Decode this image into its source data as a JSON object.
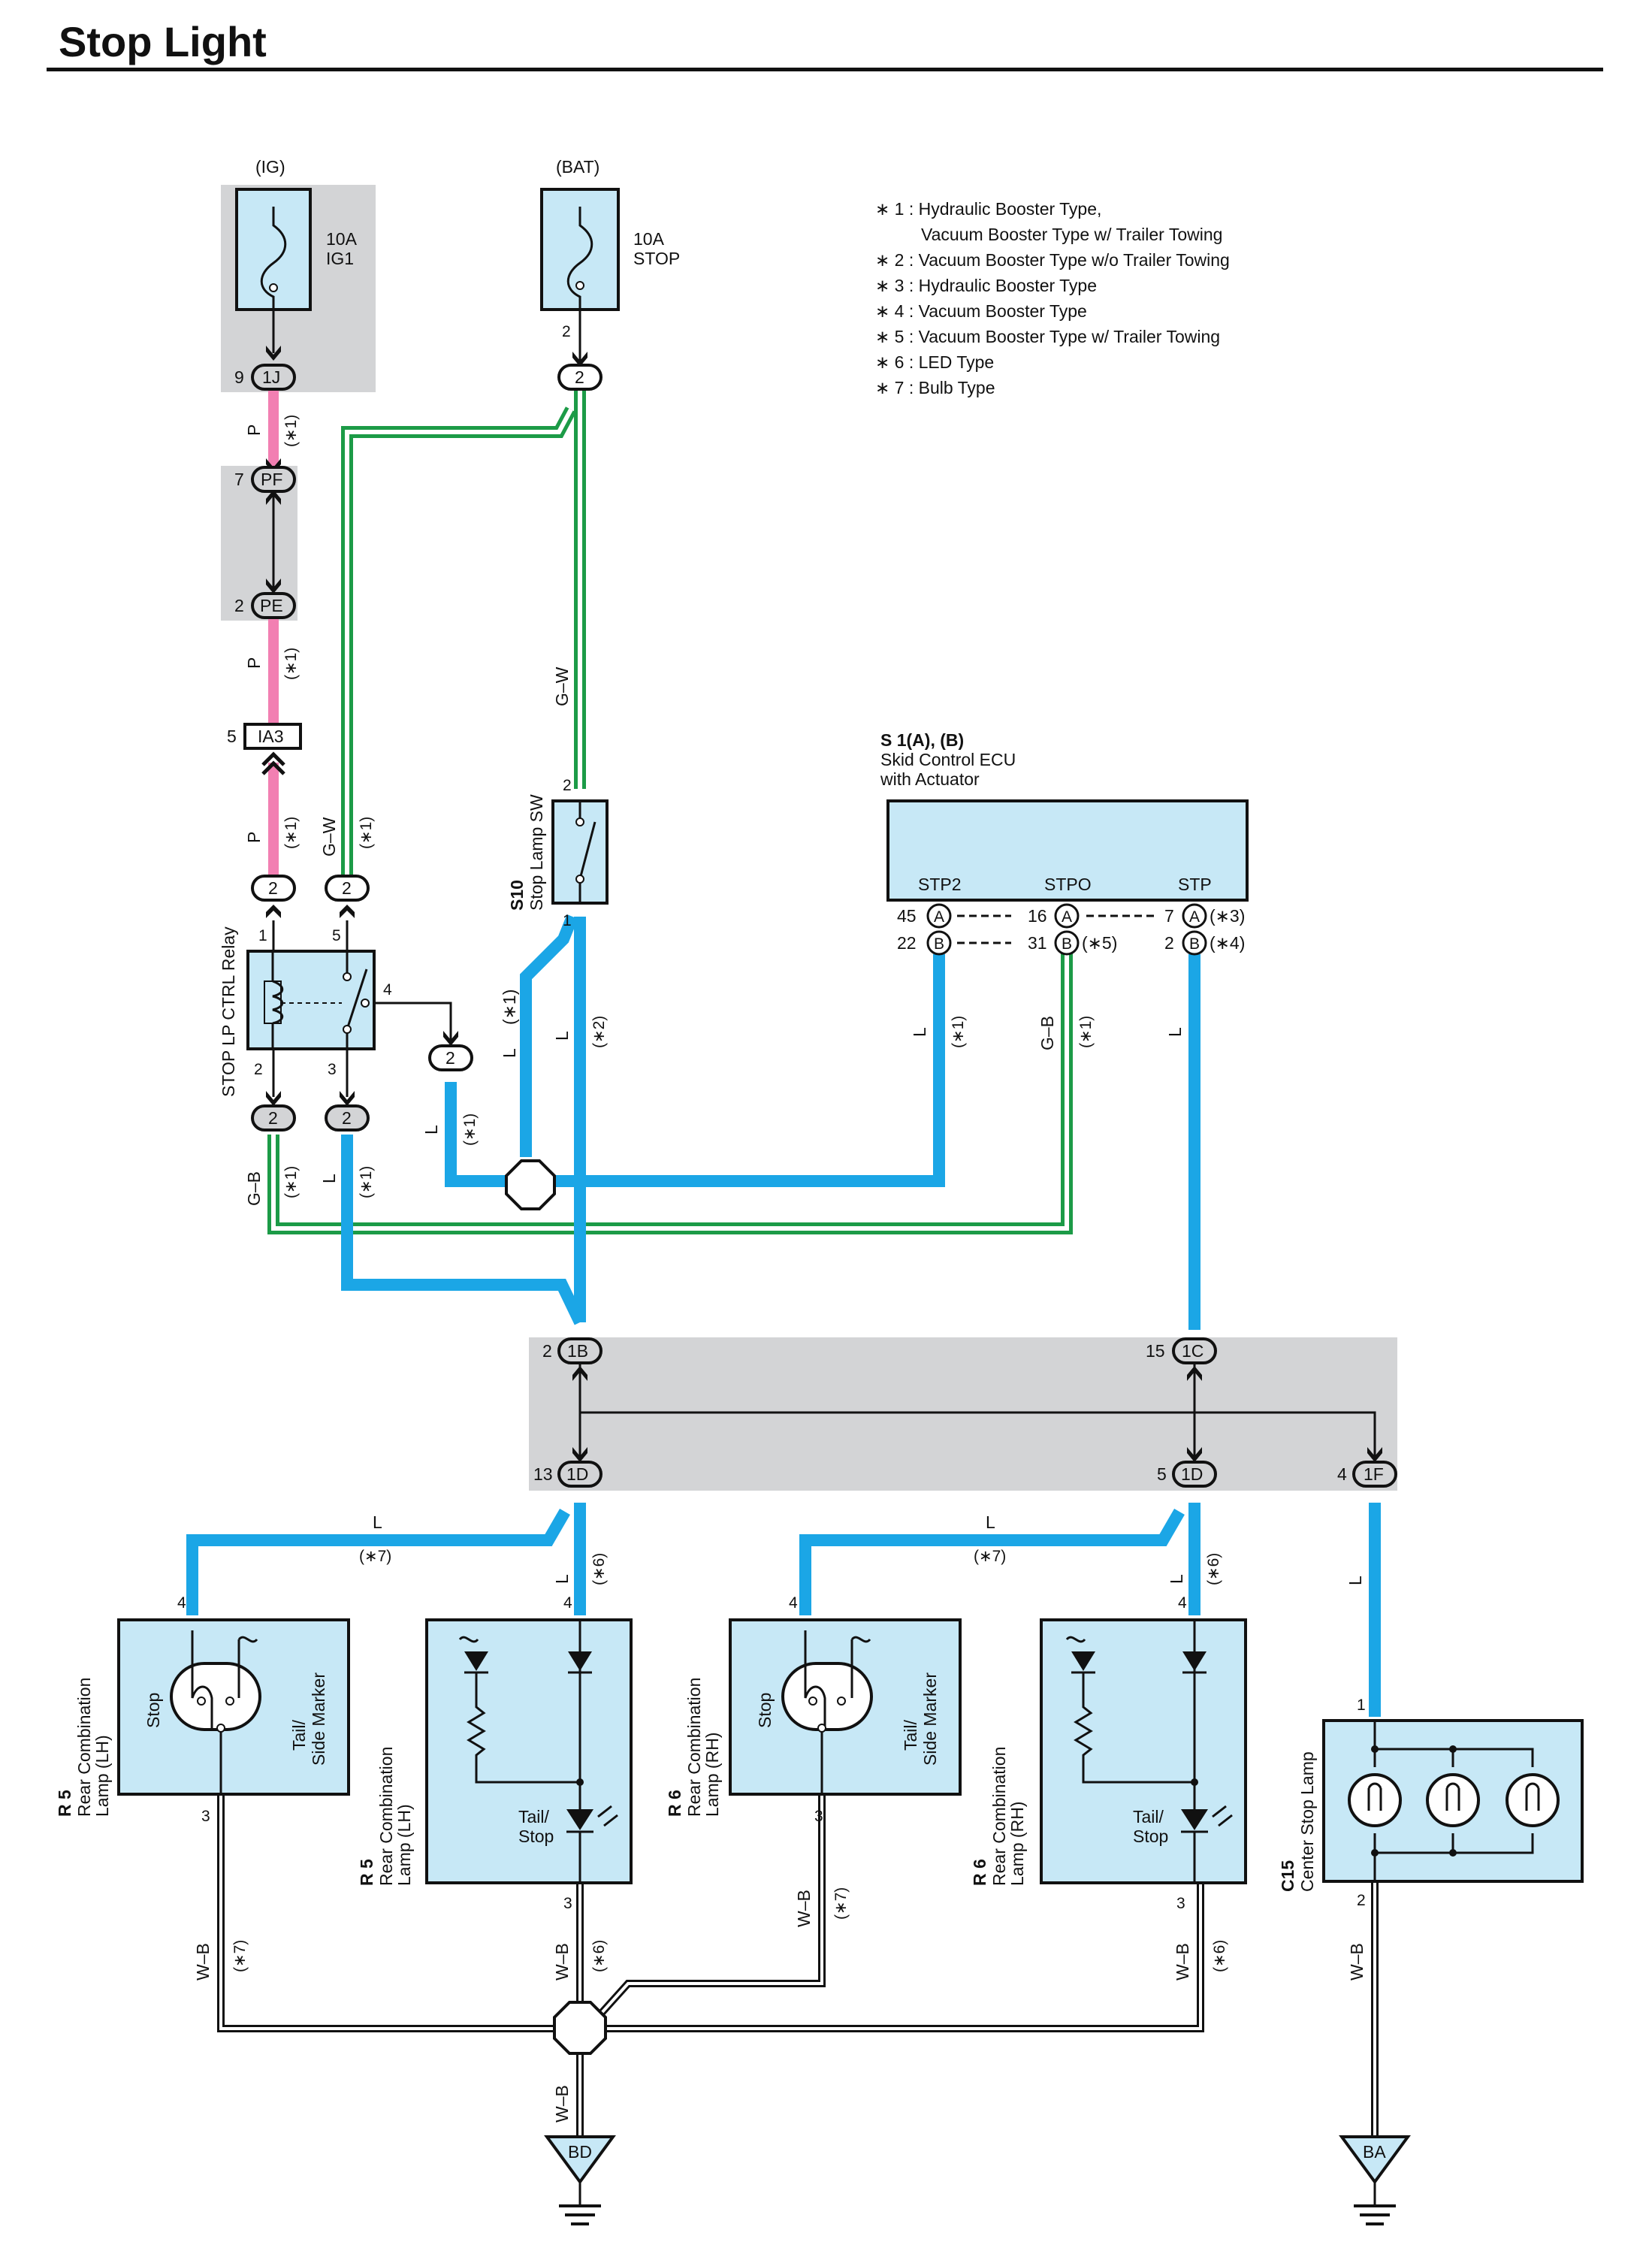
{
  "title": "Stop Light",
  "legend": [
    "∗ 1 : Hydraulic Booster Type,",
    "Vacuum Booster Type w/ Trailer Towing",
    "∗ 2 : Vacuum Booster Type w/o Trailer Towing",
    "∗ 3 : Hydraulic Booster Type",
    "∗ 4 : Vacuum Booster Type",
    "∗ 5 : Vacuum Booster Type w/ Trailer Towing",
    "∗ 6 : LED Type",
    "∗ 7 : Bulb Type"
  ],
  "sources": {
    "ig": "(IG)",
    "bat": "(BAT)"
  },
  "fuses": {
    "ig1_amp": "10A",
    "ig1_name": "IG1",
    "stop_amp": "10A",
    "stop_name": "STOP"
  },
  "connectors": {
    "c1J": "1J",
    "c1J_pin": "9",
    "cPF": "PF",
    "cPF_pin": "7",
    "cPE": "PE",
    "cPE_pin": "2",
    "cIA3": "IA3",
    "cIA3_pin": "5",
    "c2": "2",
    "c1B": "1B",
    "c1B_pin": "2",
    "c1C": "1C",
    "c1C_pin": "15",
    "c1D": "1D",
    "c1D_pin_left": "13",
    "c1D_pin_right": "5",
    "c1F": "1F",
    "c1F_pin": "4"
  },
  "pins": {
    "p1": "1",
    "p2": "2",
    "p3": "3",
    "p4": "4",
    "p5": "5"
  },
  "wires": {
    "P": "P",
    "GW": "G–W",
    "GB": "G–B",
    "L": "L",
    "WB": "W–B"
  },
  "notes": {
    "n1": "(∗1)",
    "n2": "(∗2)",
    "n3": "(∗3)",
    "n4": "(∗4)",
    "n5": "(∗5)",
    "n6": "(∗6)",
    "n7": "(∗7)"
  },
  "components": {
    "relay": "STOP LP CTRL Relay",
    "s10_code": "S10",
    "s10_name": "Stop Lamp SW",
    "ecu_code": "S 1(A), (B)",
    "ecu_name1": "Skid Control ECU",
    "ecu_name2": "with Actuator",
    "ecu_stp2": "STP2",
    "ecu_stpo": "STPO",
    "ecu_stp": "STP",
    "ecu_pin45": "45",
    "ecu_pin22": "22",
    "ecu_pin16": "16",
    "ecu_pin31": "31",
    "ecu_pin7": "7",
    "ecu_pin2": "2",
    "conn_a": "A",
    "conn_b": "B",
    "r5_code": "R 5",
    "r6_code": "R 6",
    "rcl_line1": "Rear Combination",
    "lamp_lh": "Lamp (LH)",
    "lamp_rh": "Lamp (RH)",
    "stop": "Stop",
    "tail": "Tail/",
    "side_marker": "Side Marker",
    "tail_stop1": "Tail/",
    "tail_stop2": "Stop",
    "c15_code": "C15",
    "c15_name": "Center Stop Lamp",
    "ground_bd": "BD",
    "ground_ba": "BA"
  },
  "colors": {
    "blue_wire": "#1ba6e6",
    "pink_wire": "#f27fb2",
    "green_wire": "#1c9b47",
    "box_fill": "#c7e8f6",
    "junction_gray": "#d3d4d6"
  }
}
